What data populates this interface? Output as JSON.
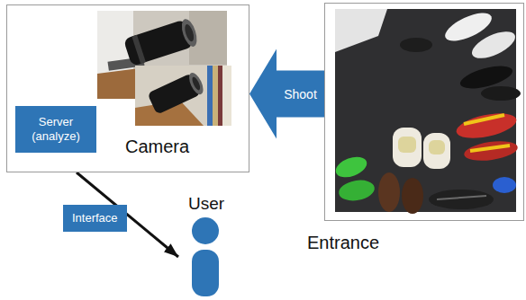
{
  "diagram": {
    "nodes": [
      {
        "text": [
          "Camera"
        ]
      },
      {
        "text": [
          "Server (analyze)"
        ],
        "in": 0
      },
      {
        "text": [
          "Entrance"
        ]
      },
      {
        "text": [
          "User"
        ]
      }
    ],
    "edges": [
      {
        "from": 2,
        "to": 0,
        "arrow": "to",
        "label": "Shoot"
      },
      {
        "from": 0,
        "to": 3,
        "arrow": "to",
        "label": "Interface"
      }
    ]
  }
}
